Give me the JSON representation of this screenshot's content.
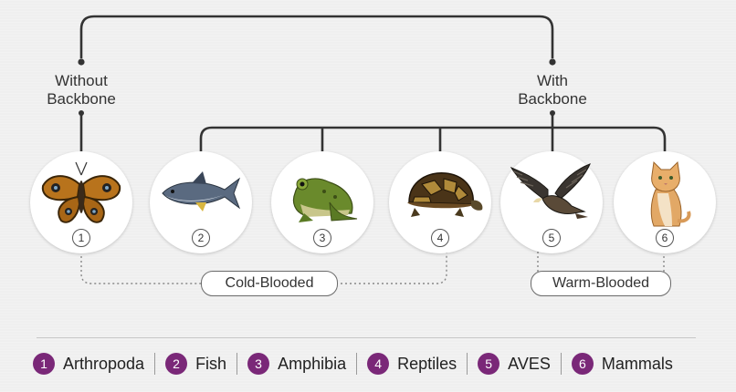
{
  "branches": {
    "without": "Without\nBackbone",
    "with": "With\nBackbone"
  },
  "animals": [
    {
      "number": "1",
      "name": "Arthropoda",
      "icon": "butterfly-icon"
    },
    {
      "number": "2",
      "name": "Fish",
      "icon": "fish-icon"
    },
    {
      "number": "3",
      "name": "Amphibia",
      "icon": "frog-icon"
    },
    {
      "number": "4",
      "name": "Reptiles",
      "icon": "turtle-icon"
    },
    {
      "number": "5",
      "name": "AVES",
      "icon": "eagle-icon"
    },
    {
      "number": "6",
      "name": "Mammals",
      "icon": "cat-icon"
    }
  ],
  "groups": {
    "cold": "Cold-Blooded",
    "warm": "Warm-Blooded"
  },
  "colors": {
    "line": "#333333",
    "dotted": "#888888",
    "legend_badge": "#7a2878"
  }
}
